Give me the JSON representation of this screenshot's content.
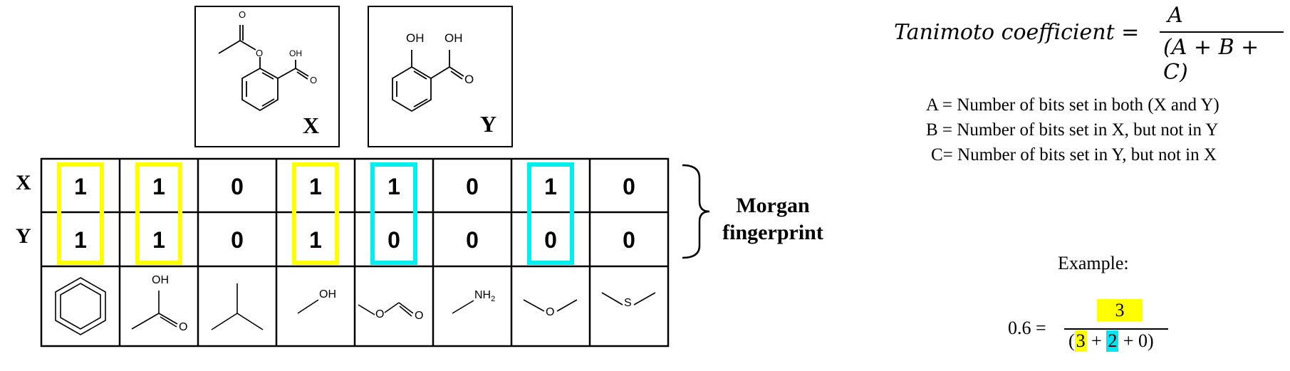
{
  "molecules": {
    "x": {
      "label": "X",
      "oh_label": "OH",
      "o1": "O",
      "o2": "O",
      "o3": "O"
    },
    "y": {
      "label": "Y",
      "oh1": "OH",
      "oh2": "OH",
      "o": "O"
    }
  },
  "fingerprint": {
    "row_labels": [
      "X",
      "Y"
    ],
    "x_bits": [
      "1",
      "1",
      "0",
      "1",
      "1",
      "0",
      "1",
      "0"
    ],
    "y_bits": [
      "1",
      "1",
      "0",
      "1",
      "0",
      "0",
      "0",
      "0"
    ],
    "fragments": [
      "benzene",
      "acetic acid",
      "isobutane",
      "OH",
      "ester",
      "NH2",
      "ether",
      "thioether"
    ],
    "fragment_text": {
      "oh": "OH",
      "oh2": "OH",
      "o": "O",
      "nh2": "NH",
      "nh2_sub": "2",
      "s": "S"
    },
    "name_line1": "Morgan",
    "name_line2": "fingerprint",
    "highlight_yellow": "#ffff00",
    "highlight_cyan": "#00f0f0"
  },
  "formula": {
    "lhs": "Tanimoto coefficient =",
    "numerator": "A",
    "denominator": "(A + B + C)"
  },
  "definitions": [
    "A = Number of bits set in both (X and Y)",
    "B = Number of bits set in X, but not in Y",
    "C= Number of bits set in Y, but not in X"
  ],
  "example": {
    "title": "Example:",
    "lhs": "0.6 =",
    "numerator": "3",
    "den_open": "(",
    "den_a": "3",
    "den_plus1": " + ",
    "den_b": "2",
    "den_rest": " + 0)"
  }
}
